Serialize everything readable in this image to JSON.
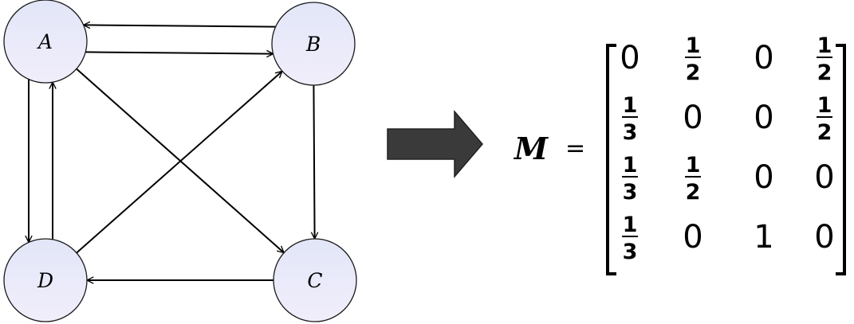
{
  "graph": {
    "nodes": [
      {
        "id": "A",
        "label": "A"
      },
      {
        "id": "B",
        "label": "B"
      },
      {
        "id": "C",
        "label": "C"
      },
      {
        "id": "D",
        "label": "D"
      }
    ],
    "edges": [
      {
        "from": "B",
        "to": "A"
      },
      {
        "from": "A",
        "to": "B"
      },
      {
        "from": "A",
        "to": "D"
      },
      {
        "from": "D",
        "to": "A"
      },
      {
        "from": "A",
        "to": "C"
      },
      {
        "from": "D",
        "to": "B"
      },
      {
        "from": "B",
        "to": "C"
      },
      {
        "from": "C",
        "to": "D"
      }
    ]
  },
  "matrix": {
    "symbol": "M",
    "equals": "=",
    "rows": [
      [
        "0",
        "1/2",
        "0",
        "1/2"
      ],
      [
        "1/3",
        "0",
        "0",
        "1/2"
      ],
      [
        "1/3",
        "1/2",
        "0",
        "0"
      ],
      [
        "1/3",
        "0",
        "1",
        "0"
      ]
    ]
  },
  "colors": {
    "node_fill_top": "#e2e6f8",
    "node_fill_bottom": "#f1eefb",
    "node_stroke": "#1a1a1a",
    "arrow_fill": "#3a3a3a",
    "arrow_stroke": "#222222"
  }
}
